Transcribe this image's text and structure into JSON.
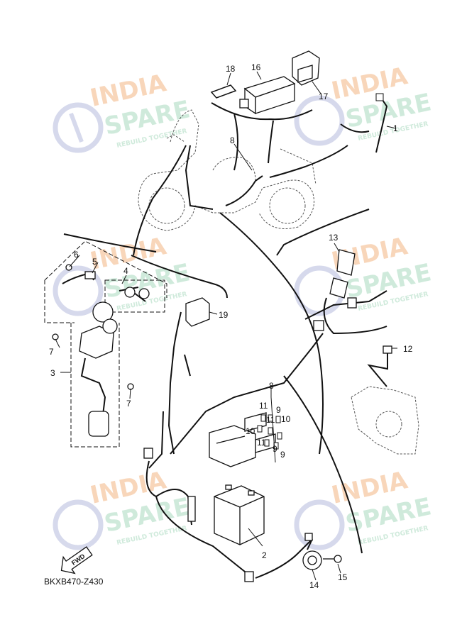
{
  "diagram_code": "BKXB470-Z430",
  "fwd_label": "FWD",
  "watermark": {
    "line1": "INDIA",
    "line2": "SPARE",
    "tagline": "REBUILD TOGETHER"
  },
  "colors": {
    "ink": "#111111",
    "wm_orange": "#f6c9a4",
    "wm_green": "#bfe3cf",
    "wm_blue": "#c9cde6"
  },
  "callouts": [
    "1",
    "2",
    "3",
    "4",
    "5",
    "6",
    "7",
    "7",
    "8",
    "8",
    "9",
    "9",
    "9",
    "10",
    "10",
    "11",
    "11",
    "11",
    "12",
    "13",
    "14",
    "15",
    "16",
    "17",
    "18",
    "19"
  ]
}
